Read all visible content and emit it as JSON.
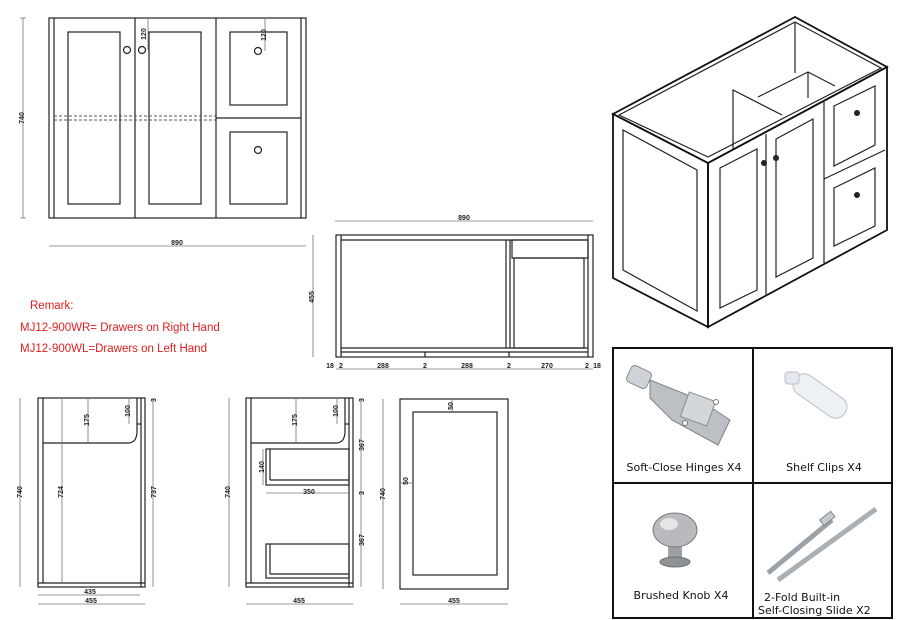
{
  "remark": {
    "title": "Remark:",
    "line1": "MJ12-900WR= Drawers on Right Hand",
    "line2": "MJ12-900WL=Drawers on Left Hand",
    "color": "#e02020"
  },
  "front_view": {
    "height": "740",
    "width": "890",
    "knob_offset_door": "120",
    "knob_offset_drawer": "120"
  },
  "top_view": {
    "width": "890",
    "depth": "455",
    "bottom_dims": [
      "18",
      "2",
      "288",
      "2",
      "288",
      "2",
      "270",
      "2",
      "18"
    ]
  },
  "side_view_left": {
    "height": "740",
    "inner_height": "724",
    "cutout": "175",
    "rail": "100",
    "back_height": "737",
    "inner_depth": "435",
    "depth": "455",
    "top": "3"
  },
  "side_view_right": {
    "height": "740",
    "cutout": "175",
    "rail": "100",
    "drawer_height": "140",
    "drawer_depth": "350",
    "upper_gap": "367",
    "lower_gap": "367",
    "depth": "455",
    "top": "3",
    "mid": "3"
  },
  "door_view": {
    "height": "740",
    "frame_top": "50",
    "frame_side": "50",
    "width": "455"
  },
  "accessories": [
    {
      "label": "Soft-Close Hinges X4",
      "icon": "hinge-icon"
    },
    {
      "label": "Shelf Clips X4",
      "icon": "shelf-clip-icon"
    },
    {
      "label": "Brushed Knob X4",
      "icon": "knob-icon"
    },
    {
      "label_line1": "2-Fold Built-in",
      "label_line2": "Self-Closing Slide X2",
      "icon": "drawer-slide-icon"
    }
  ]
}
